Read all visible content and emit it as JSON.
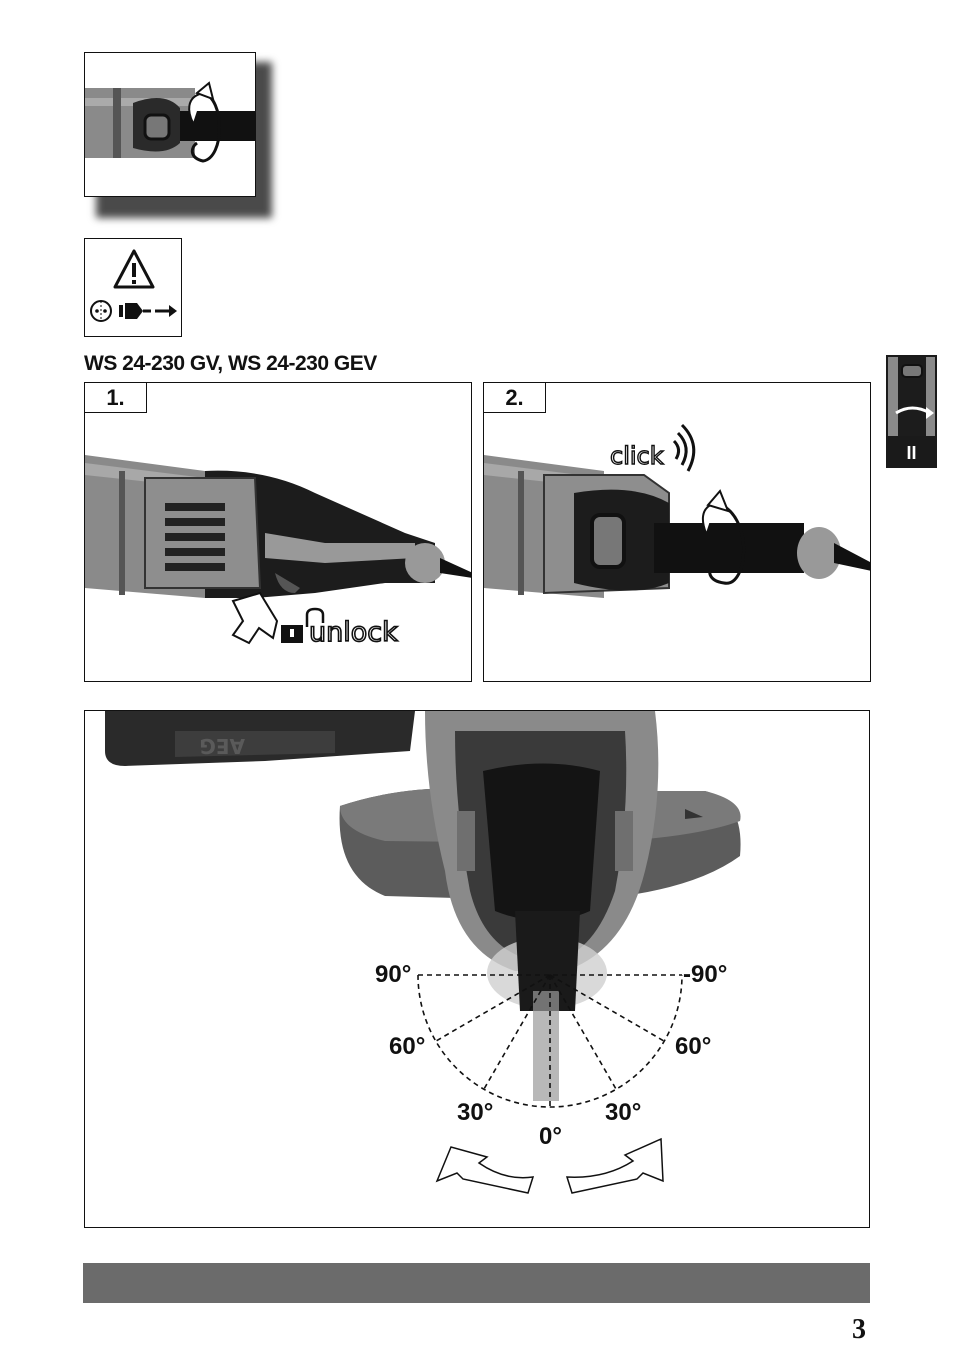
{
  "heading": "WS 24-230 GV, WS 24-230 GEV",
  "steps": [
    {
      "number": "1.",
      "caption": "unlock"
    },
    {
      "number": "2.",
      "caption": "click"
    }
  ],
  "angles": {
    "left_90": "90°",
    "right_90": "-90°",
    "left_60": "60°",
    "right_60": "60°",
    "left_30": "30°",
    "right_30": "30°",
    "center": "0°"
  },
  "side_tab": {
    "label": "II"
  },
  "page_number": "3",
  "colors": {
    "ink": "#111111",
    "tool_grey": "#8c8c8c",
    "tool_dark": "#1c1c1c",
    "footer_bar": "#6b6b6b"
  },
  "icons": [
    "warning-triangle-icon",
    "unplug-icon",
    "rotate-arrow-icon",
    "unlock-padlock-icon",
    "click-sound-icon"
  ]
}
